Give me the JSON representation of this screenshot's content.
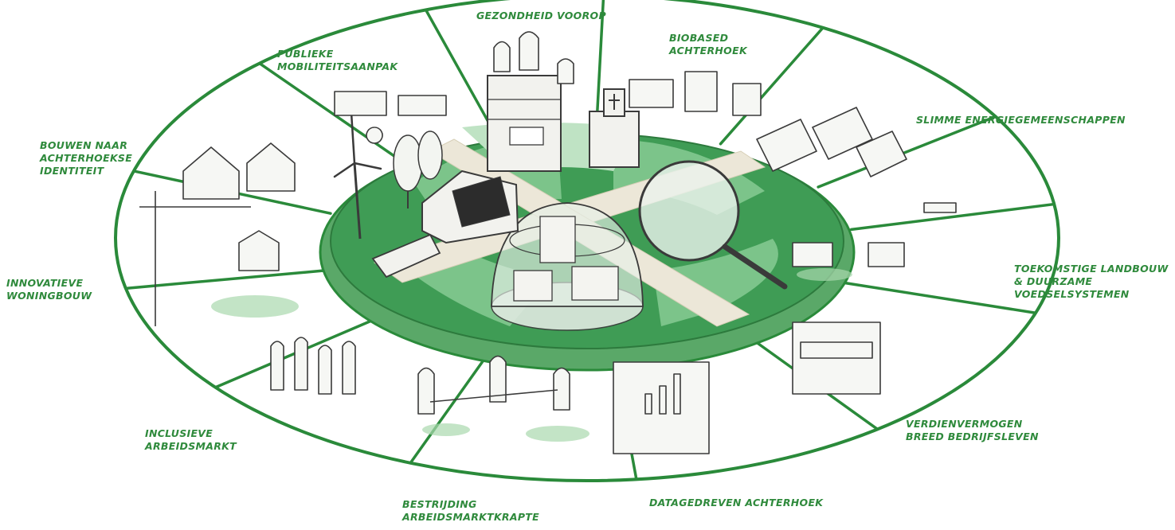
{
  "colors": {
    "line": "#2a8a3a",
    "hub_dark": "#3f9c55",
    "hub_mid": "#7cc48a",
    "hub_light": "#bfe3c4",
    "road": "#ece7d8",
    "ink": "#3a3a3a"
  },
  "center_icons": [
    "shop-building",
    "church",
    "wind-turbine",
    "trees",
    "house-with-solar-panels",
    "bench",
    "glass-dome-houses",
    "magnifier-people"
  ],
  "segments": [
    {
      "id": "gezondheid",
      "lines": [
        "GEZONDHEID VOOROP"
      ],
      "icon": "family-group"
    },
    {
      "id": "biobased",
      "lines": [
        "BIOBASED",
        "ACHTERHOEK"
      ],
      "icon": "tractor-hay"
    },
    {
      "id": "energie",
      "lines": [
        "SLIMME ENERGIEGEMEENSCHAPPEN"
      ],
      "icon": "solar-field"
    },
    {
      "id": "landbouw",
      "lines": [
        "TOEKOMSTIGE LANDBOUW",
        "& DUURZAME",
        "VOEDSELSYSTEMEN"
      ],
      "icon": "drone-tractor"
    },
    {
      "id": "verdienvermogen",
      "lines": [
        "VERDIENVERMOGEN",
        "BREED BEDRIJFSLEVEN"
      ],
      "icon": "shop-stall"
    },
    {
      "id": "datagedreven",
      "lines": [
        "DATAGEDREVEN ACHTERHOEK"
      ],
      "icon": "presentation-chart"
    },
    {
      "id": "bestrijding",
      "lines": [
        "BESTRIJDING",
        "ARBEIDSMARKTKRAPTE"
      ],
      "icon": "tug-of-war"
    },
    {
      "id": "inclusieve",
      "lines": [
        "INCLUSIEVE",
        "ARBEIDSMARKT"
      ],
      "icon": "diverse-people"
    },
    {
      "id": "woningbouw",
      "lines": [
        "INNOVATIEVE",
        "WONINGBOUW"
      ],
      "icon": "crane-house"
    },
    {
      "id": "bouwen",
      "lines": [
        "BOUWEN NAAR",
        "ACHTERHOEKSE",
        "IDENTITEIT"
      ],
      "icon": "village-houses"
    },
    {
      "id": "mobiliteit",
      "lines": [
        "PUBLIEKE",
        "MOBILITEITSAANPAK"
      ],
      "icon": "vehicles"
    }
  ]
}
